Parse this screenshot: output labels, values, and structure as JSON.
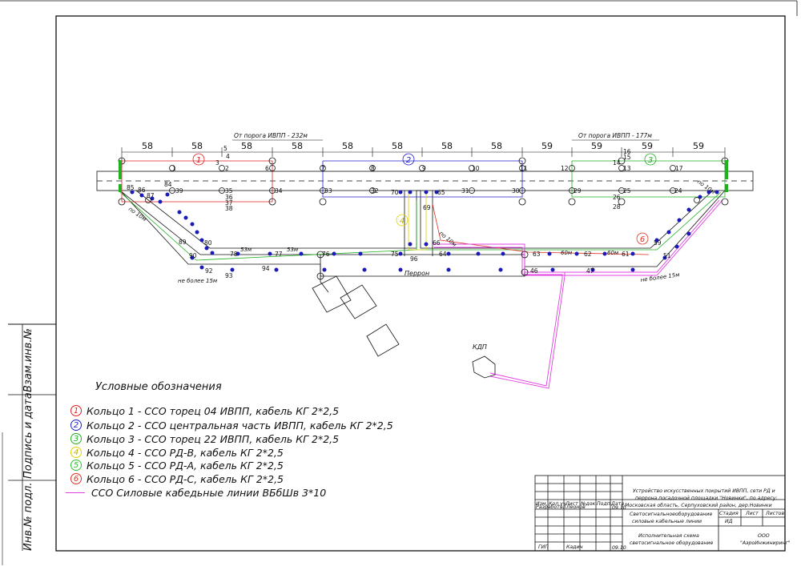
{
  "dimensions": [
    {
      "text": "58"
    },
    {
      "text": "58"
    },
    {
      "text": "58"
    },
    {
      "text": "58"
    },
    {
      "text": "58"
    },
    {
      "text": "58"
    },
    {
      "text": "58"
    },
    {
      "text": "58"
    },
    {
      "text": "59"
    },
    {
      "text": "59"
    },
    {
      "text": "59"
    },
    {
      "text": "59"
    }
  ],
  "threshold_notes": {
    "left": "От порога ИВПП - 232м",
    "right": "От порога ИВПП - 177м"
  },
  "labels": {
    "perron": "Перрон",
    "kdp": "КДП",
    "po10_left": "по 10м",
    "po10_right": "по 10м",
    "po10_mid": "по 10м",
    "ne_bolee_left": "не более 15м",
    "ne_bolee_right": "не более 15м",
    "dist_53_a": "53м",
    "dist_53_b": "53м",
    "dist_60_a": "60м",
    "dist_60_b": "60м"
  },
  "ring_markers": {
    "r1": "1",
    "r2": "2",
    "r3": "3",
    "r4": "4",
    "r6": "6"
  },
  "fixture_numbers": {
    "n1": "1",
    "n2": "2",
    "n3": "3",
    "n4": "4",
    "n5": "5",
    "n6": "6",
    "n7": "7",
    "n8": "8",
    "n9": "9",
    "n10": "10",
    "n11": "11",
    "n12": "12",
    "n13": "13",
    "n14": "14",
    "n15": "15",
    "n16": "16",
    "n17": "17",
    "n24": "24",
    "n25": "25",
    "n26": "26",
    "n28": "28",
    "n29": "29",
    "n30": "30",
    "n31": "31",
    "n32": "32",
    "n33": "33",
    "n34": "34",
    "n35": "35",
    "n36": "36",
    "n37": "37",
    "n38": "38",
    "n39": "39",
    "n46": "46",
    "n47": "47",
    "n51": "51",
    "n59": "59",
    "n61": "61",
    "n62": "62",
    "n63": "63",
    "n64": "64",
    "n65": "65",
    "n66": "66",
    "n69": "69",
    "n70": "70",
    "n75": "75",
    "n76": "76",
    "n77": "77",
    "n78": "78",
    "n80": "80",
    "n84": "84",
    "n85": "85",
    "n86": "86",
    "n87": "87",
    "n89": "89",
    "n90": "90",
    "n92": "92",
    "n93": "93",
    "n94": "94",
    "n96": "96"
  },
  "legend": {
    "title": "Условные обозначения",
    "items": [
      {
        "num": "1",
        "color": "#e02020",
        "text": "Кольцо 1 - ССО торец 04 ИВПП, кабель КГ 2*2,5"
      },
      {
        "num": "2",
        "color": "#2020d0",
        "text": "Кольцо 2 - ССО центральная часть ИВПП, кабель КГ 2*2,5"
      },
      {
        "num": "3",
        "color": "#20b020",
        "text": "Кольцо 3 - ССО торец 22 ИВПП, кабель КГ 2*2,5"
      },
      {
        "num": "4",
        "color": "#e0d000",
        "text": "Кольцо 4 - ССО РД-В, кабель КГ 2*2,5"
      },
      {
        "num": "5",
        "color": "#30c030",
        "text": "Кольцо 5 - ССО РД-А, кабель КГ 2*2,5"
      },
      {
        "num": "6",
        "color": "#e03020",
        "text": "Кольцо 6 - ССО РД-С, кабель КГ 2*2,5"
      }
    ],
    "power_line": "ССО Силовые кабедьные линии ВБбШв 3*10"
  },
  "sidebar": {
    "inv_podl": "Инв.№ подл.",
    "podpis": "Подпись и дата",
    "vzam": "Взам.инв.№"
  },
  "title_block": {
    "project_title_1": "Устройство искусственных покрытий ИВПП, сети РД и",
    "project_title_2": "перрона посадочной площадки \"Новинки\", по адресу:",
    "project_title_3": "Московская область, Серпуховский район, дер.Новинки",
    "col_izm": "Изм.",
    "col_kol": "Кол.уч.",
    "col_list": "Лист",
    "col_ndok": "№док.",
    "col_podp": "Подп.",
    "col_data": "Дата",
    "razrab": "Разработал",
    "razrab_name": "Леонов",
    "date_1": "09.10",
    "gip": "ГИП",
    "gip_name": "Кадин",
    "date_2": "09.10",
    "section_1": "Светосигнальноеоборудование",
    "section_2": "силовые кабельные линии",
    "stadiya": "Стадия",
    "list": "Лист",
    "listov": "Листов",
    "stage_val": "ИД",
    "doc_1": "Исполнительная схема",
    "doc_2": "светосигнальное оборудование",
    "org_1": "ООО",
    "org_2": "\"АэроИнжиниринг\""
  }
}
